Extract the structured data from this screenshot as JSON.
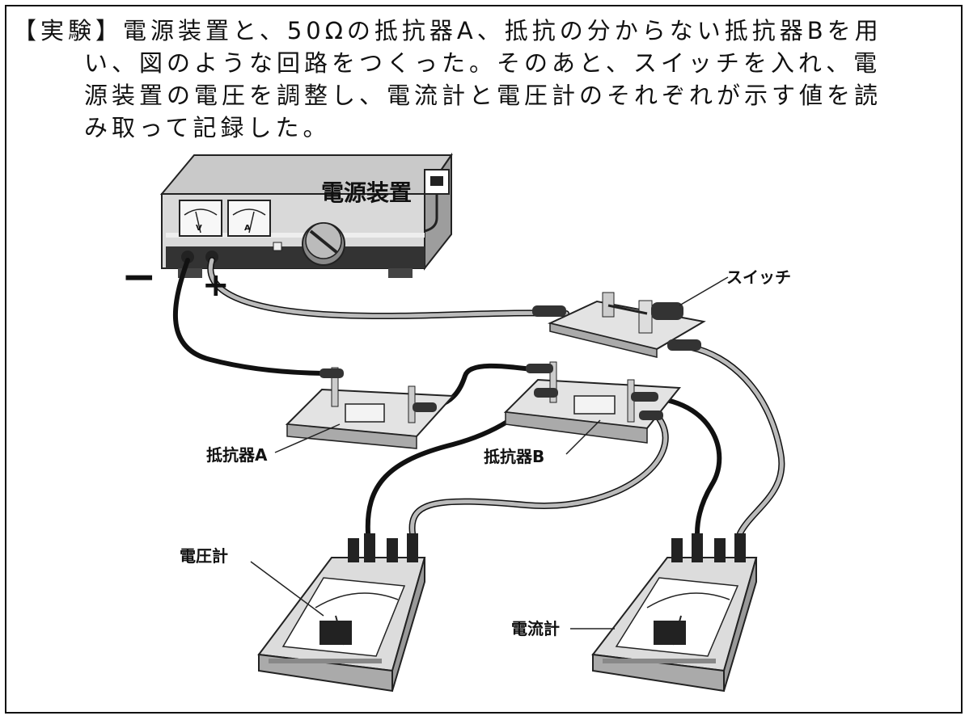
{
  "problem": {
    "lines": [
      "【実験】電源装置と、50Ωの抵抗器A、抵抗の分からない抵抗器Bを用",
      "い、図のような回路をつくった。そのあと、スイッチを入れ、電",
      "源装置の電圧を調整し、電流計と電圧計のそれぞれが示す値を読",
      "み取って記録した。"
    ]
  },
  "diagram": {
    "power_supply": {
      "title": "電源装置",
      "minus_sign": "−",
      "plus_sign": "+"
    },
    "labels": {
      "switch": "スイッチ",
      "resistor_a": "抵抗器A",
      "resistor_b": "抵抗器B",
      "voltmeter": "電圧計",
      "ammeter": "電流計"
    }
  }
}
